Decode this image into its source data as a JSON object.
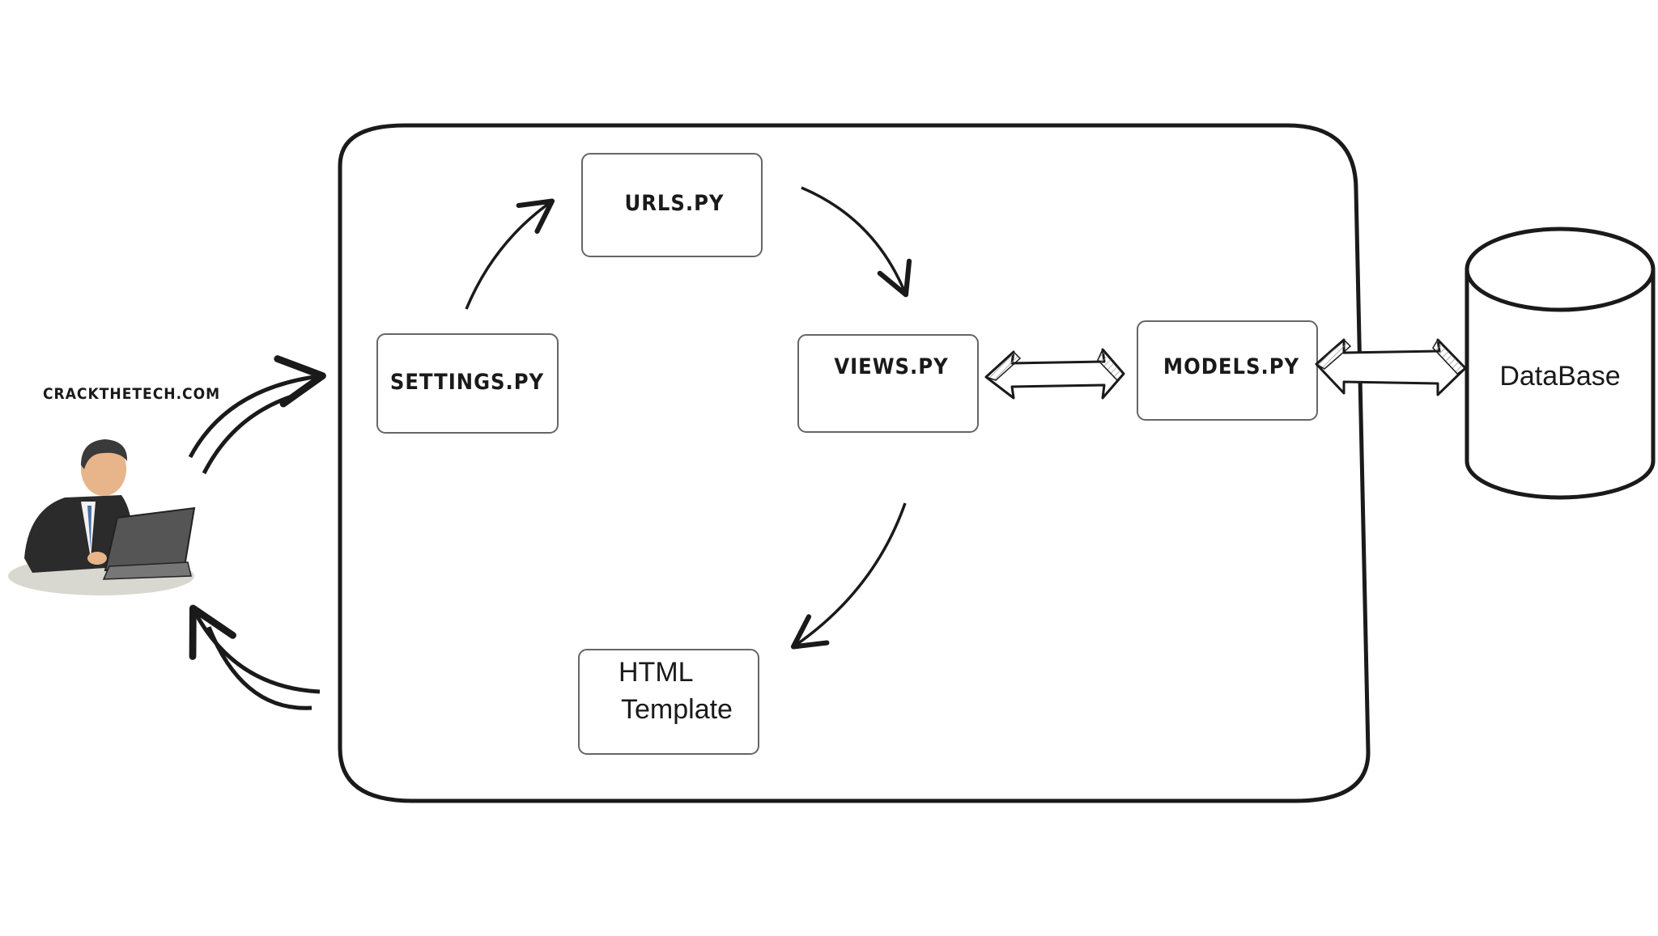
{
  "watermark": "CRACKTHETECH.COM",
  "nodes": {
    "settings": "SETTINGS.PY",
    "urls": "URLS.PY",
    "views": "VIEWS.PY",
    "models": "MODELS.PY",
    "template_line1": "HTML",
    "template_line2": "Template",
    "database": "DataBase"
  },
  "colors": {
    "stroke": "#1a1a1a",
    "box_border": "#555555",
    "background": "#ffffff"
  }
}
